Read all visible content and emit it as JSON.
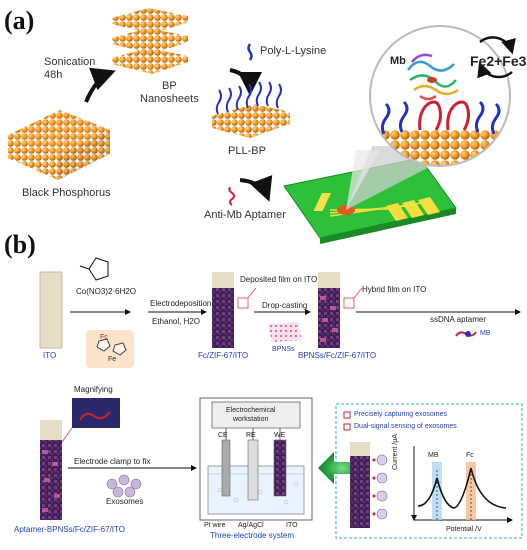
{
  "panel_a": {
    "label": "(a)",
    "sonication": "Sonication\n48h",
    "bp_nanosheets": "BP\nNanosheets",
    "black_phosphorus": "Black Phosphorus",
    "poly_l_lysine": "Poly-L-Lysine",
    "pll_bp": "PLL-BP",
    "anti_mb_aptamer": "Anti-Mb Aptamer",
    "mb": "Mb",
    "fe_redox": "Fe2+Fe3+"
  },
  "panel_b": {
    "label": "(b)",
    "ito": "ITO",
    "co_reagent": "Co(NO3)2·6H2O",
    "fc": "Fc",
    "fe": "Fe",
    "electrodeposition": "Electrodeposition",
    "ethanol": "Ethanol, H2O",
    "deposited_film": "Deposited film on ITO",
    "drop_casting": "Drop-casting",
    "bpns": "BPNSs",
    "fc_zif_ito": "Fc/ZIF-67/ITO",
    "hybrid_film": "Hybrid film on ITO",
    "ssdna_aptamer": "ssDNA aptamer",
    "mb": "MB",
    "bpns_fc_zif_ito": "BPNSs/Fc/ZIF-67/ITO",
    "magnifying": "Magnifying",
    "electrode_clamp": "Electrode clamp to fix",
    "exosomes": "Exosomes",
    "aptamer_full": "Aptamer-BPNSs/Fc/ZIF-67/ITO",
    "workstation": "Electrochemical\nworkstation",
    "ce": "CE",
    "re": "RE",
    "we": "WE",
    "pt_wire": "Pt wire",
    "ag_agcl": "Ag/AgCl",
    "ito_electrode": "ITO",
    "three_electrode": "Three-electrode system",
    "legend_1": "Precisely capturing exosomes",
    "legend_2": "Dual-signal sensing of exosomes",
    "ylabel": "Current /μA",
    "xlabel": "Potential /V",
    "peak_mb": "MB",
    "peak_fc": "Fc"
  },
  "colors": {
    "bp_orange": "#e8901a",
    "pll_blue": "#2233bb",
    "aptamer_red": "#d21f2f",
    "chip_green": "#2fc03a",
    "ito_beige": "#e7dcc6",
    "film_purple": "#4a2a5e",
    "dash_blue": "#3aa0e0",
    "arrow_green": "#2aa84a",
    "text_blue": "#1f3fb8"
  }
}
